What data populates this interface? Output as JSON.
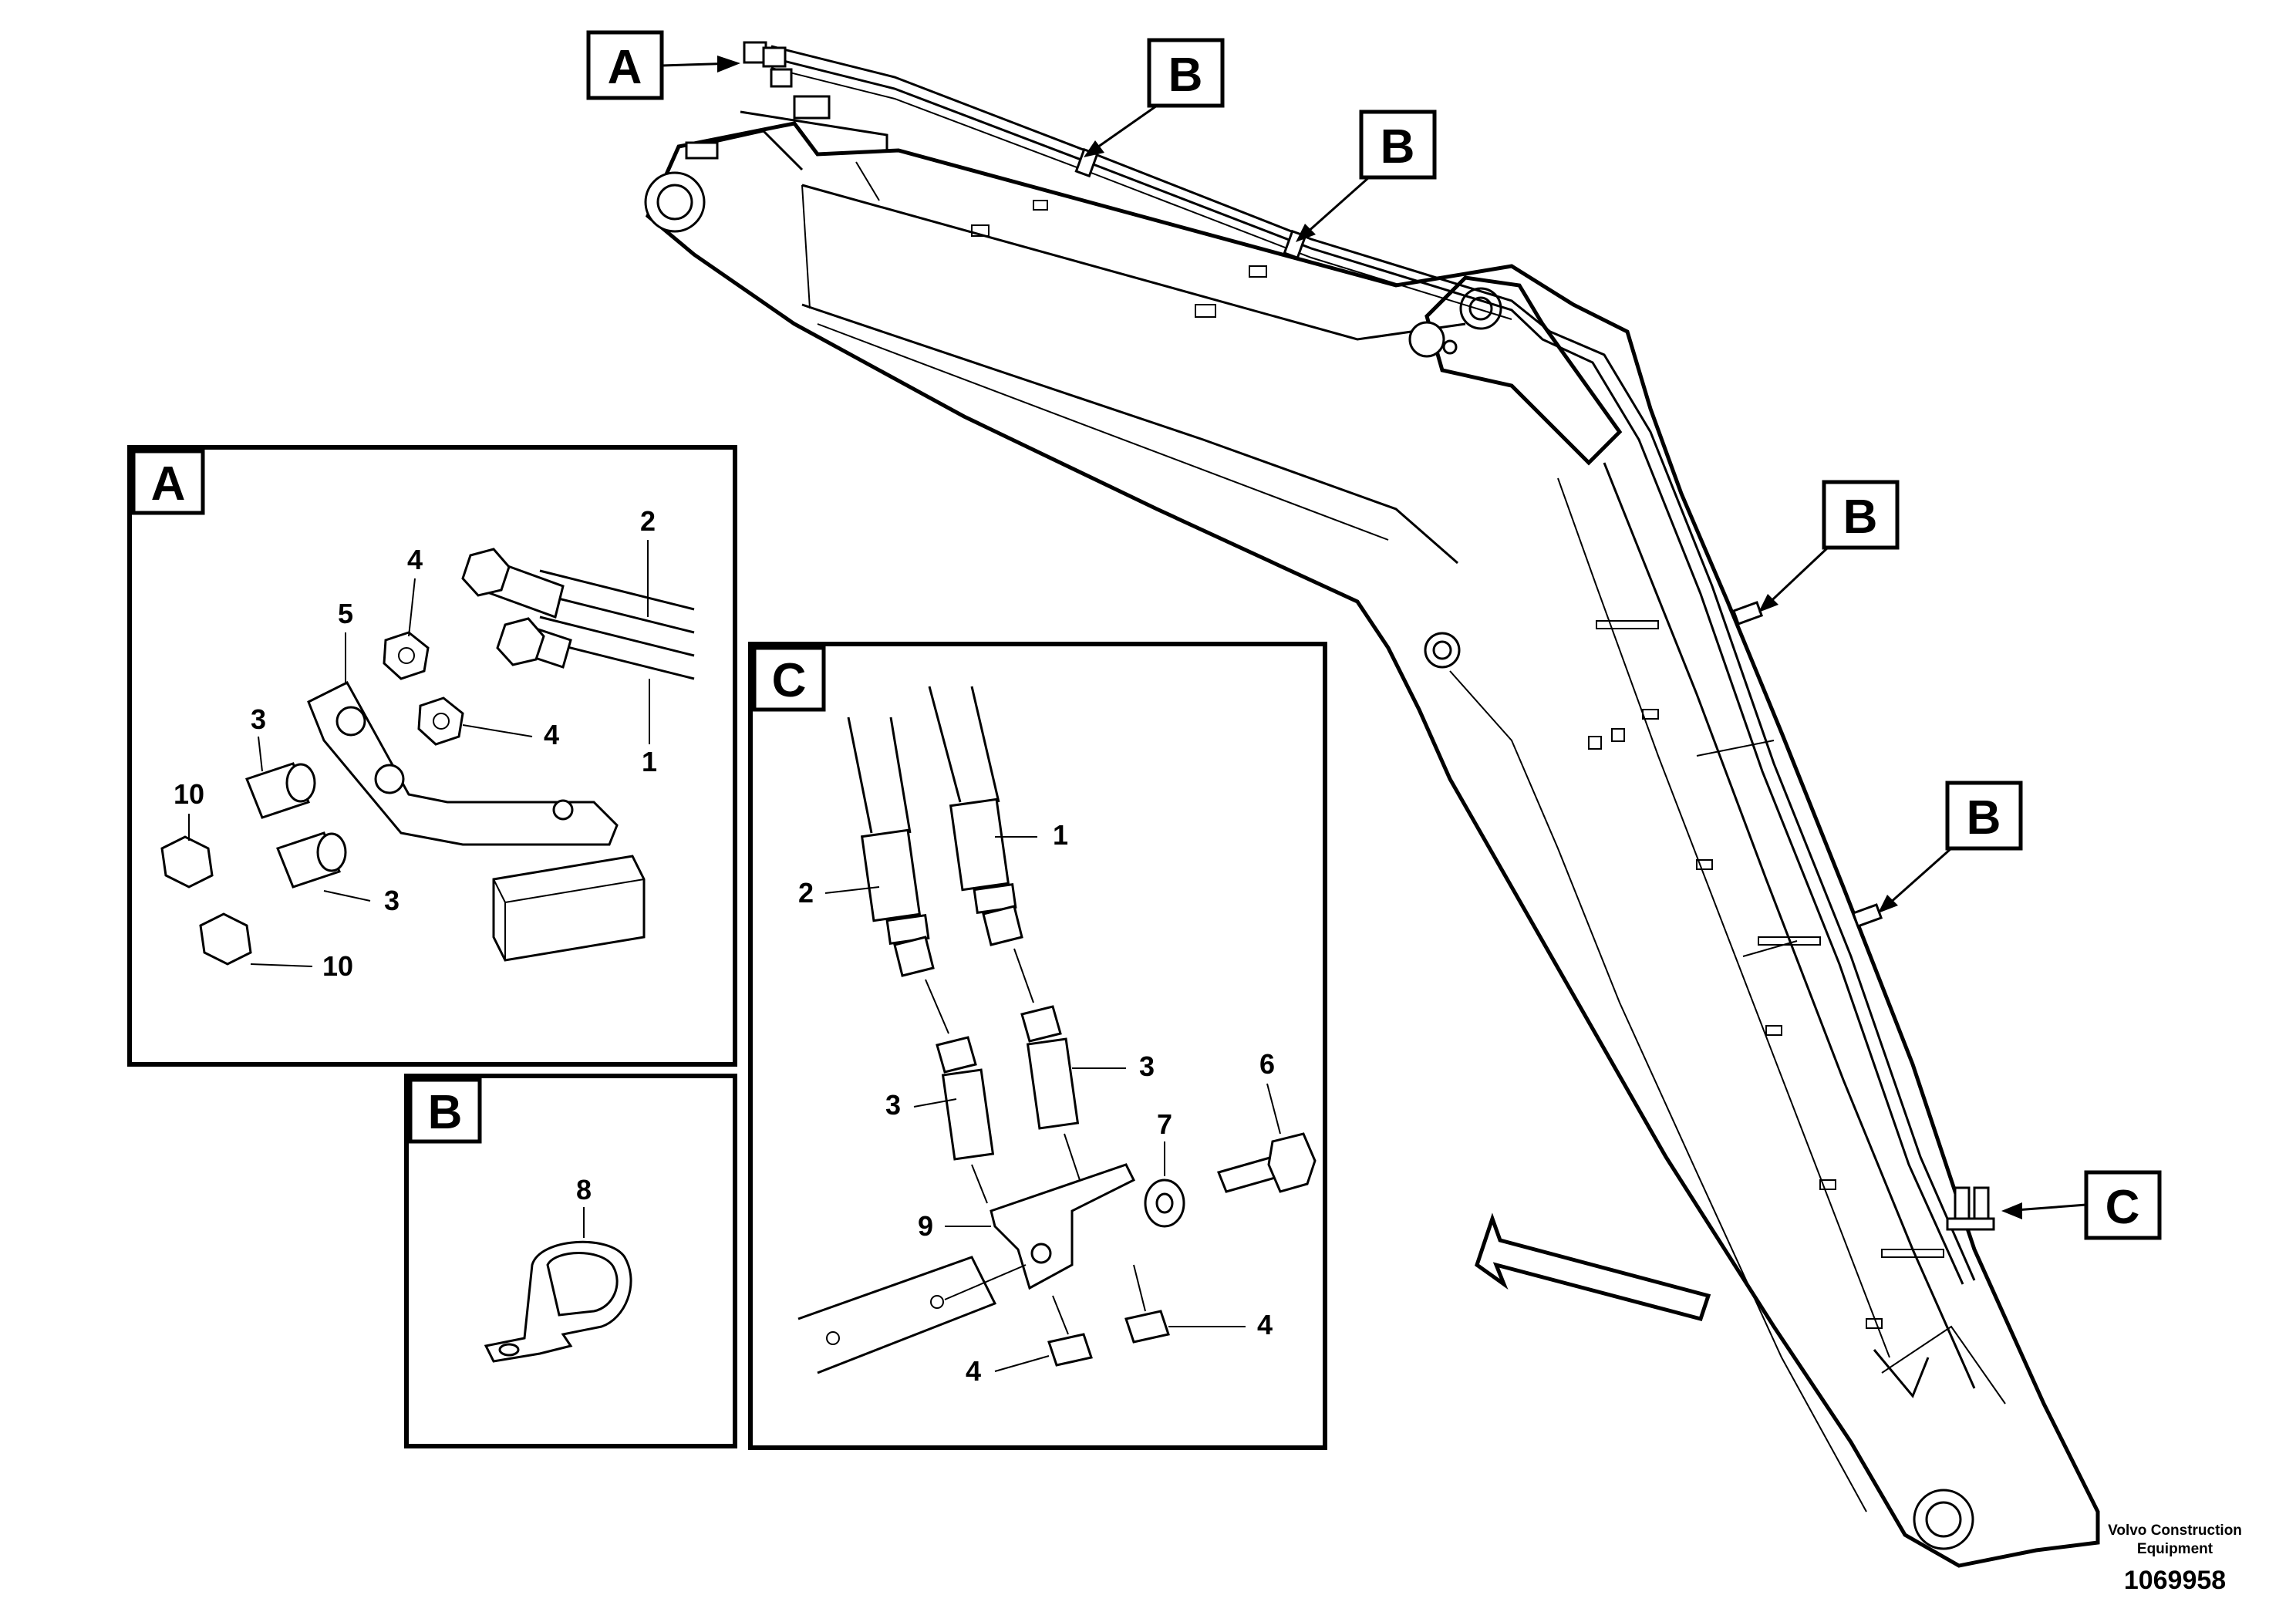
{
  "callouts": {
    "a": "A",
    "b": "B",
    "c": "C"
  },
  "detail_a": {
    "title": "A",
    "parts": [
      "2",
      "4",
      "5",
      "4",
      "3",
      "1",
      "10",
      "3",
      "10"
    ]
  },
  "detail_b": {
    "title": "B",
    "parts": [
      "8"
    ]
  },
  "detail_c": {
    "title": "C",
    "parts": [
      "1",
      "2",
      "3",
      "3",
      "6",
      "7",
      "9",
      "4",
      "4"
    ]
  },
  "credit": {
    "line1": "Volvo Construction",
    "line2": "Equipment",
    "number": "1069958"
  }
}
